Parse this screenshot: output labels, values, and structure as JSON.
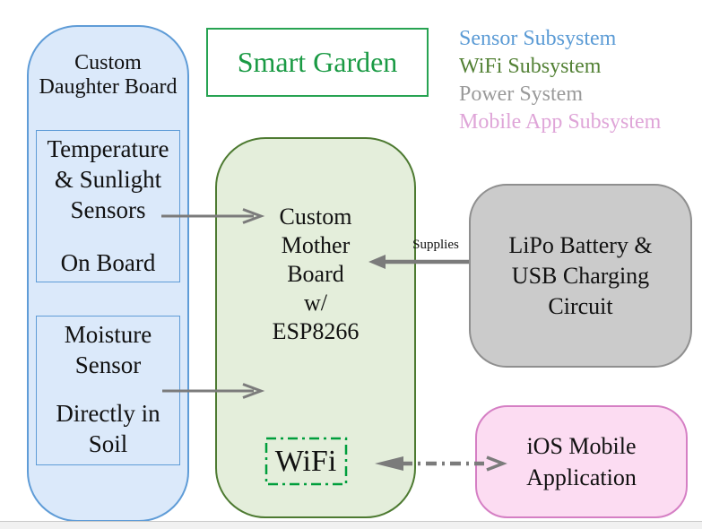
{
  "title": {
    "text": "Smart Garden",
    "text_color": "#1a9a44",
    "border_color": "#27a352"
  },
  "legend": {
    "items": [
      {
        "label": "Sensor Subsystem",
        "color": "#5b9bd5"
      },
      {
        "label": "WiFi Subsystem",
        "color": "#538135"
      },
      {
        "label": "Power System",
        "color": "#9a9a9a"
      },
      {
        "label": "Mobile App Subsystem",
        "color": "#dfa5d8"
      }
    ]
  },
  "subsystems": {
    "daughter_board": {
      "title": "Custom\nDaughter Board",
      "fill": "#dbe9fa",
      "border_color": "#5f9cd7",
      "temperature_box": {
        "name": "Temperature\n& Sunlight\nSensors",
        "location": "On Board"
      },
      "moisture_box": {
        "name": "Moisture\nSensor",
        "location": "Directly in\nSoil"
      }
    },
    "mother_board": {
      "label": "Custom\nMother\nBoard\nw/\nESP8266",
      "fill": "#e4eedb",
      "border_color": "#4d7a31",
      "wifi": {
        "label": "WiFi",
        "border_color": "#009e3c"
      }
    },
    "power": {
      "label": "LiPo Battery &\nUSB Charging\nCircuit",
      "fill": "#cbcbcb",
      "border_color": "#8f8f8f"
    },
    "mobile_app": {
      "label": "iOS Mobile\nApplication",
      "fill": "#fcdcf2",
      "border_color": "#d57fc4"
    }
  },
  "connections": {
    "supplies_label": "Supplies",
    "arrow_color": "#7b7b7b"
  }
}
